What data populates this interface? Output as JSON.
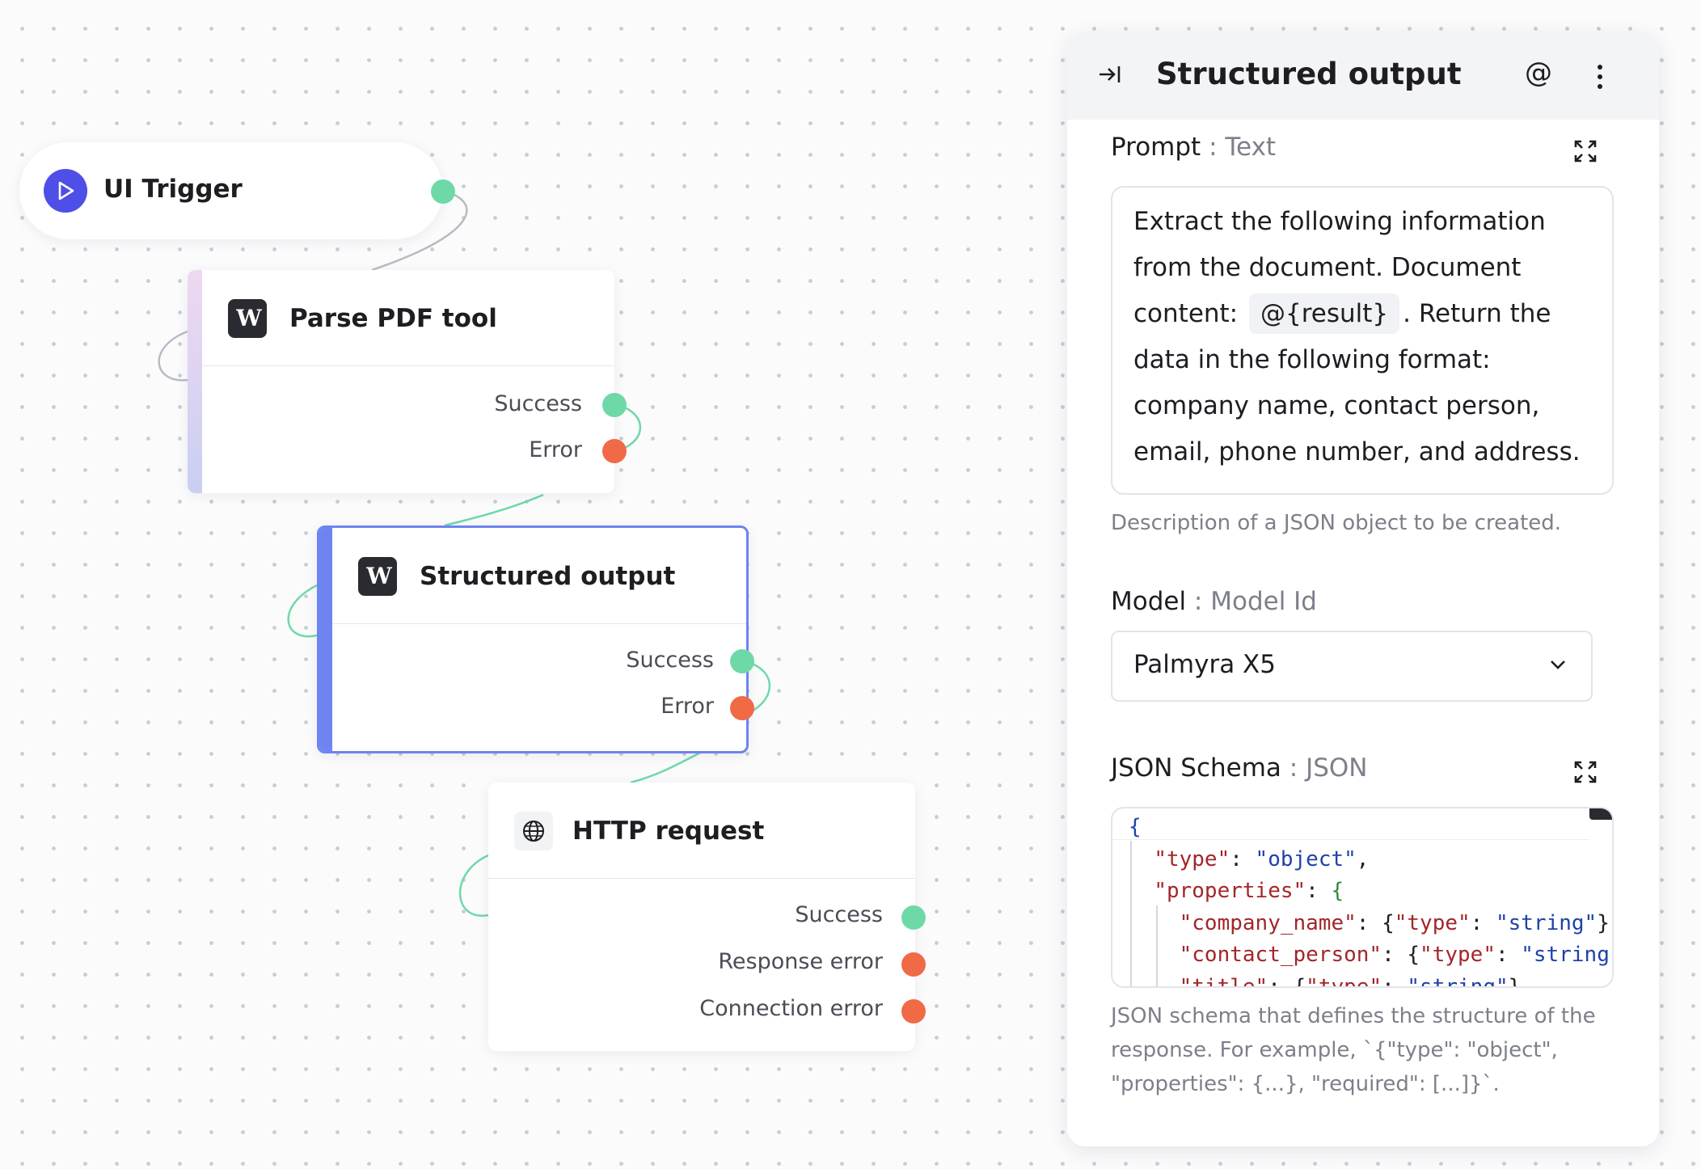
{
  "canvas": {
    "trigger": {
      "title": "UI Trigger",
      "icon": "play-icon"
    },
    "nodes": [
      {
        "id": "parse",
        "title": "Parse PDF tool",
        "icon": "writer-logo-icon",
        "ports": [
          "Success",
          "Error"
        ]
      },
      {
        "id": "structured",
        "title": "Structured output",
        "icon": "writer-logo-icon",
        "ports": [
          "Success",
          "Error"
        ],
        "selected": true
      },
      {
        "id": "http",
        "title": "HTTP request",
        "icon": "globe-icon",
        "ports": [
          "Success",
          "Response error",
          "Connection error"
        ]
      }
    ],
    "icon_glyph": "W",
    "colors": {
      "success": "#6ed9a7",
      "error": "#f06a46",
      "selected": "#6e84f0",
      "trigger": "#4e4ee8"
    }
  },
  "panel": {
    "title": "Structured output",
    "mention_symbol": "@",
    "prompt": {
      "label": "Prompt",
      "sep": " : ",
      "type": "Text",
      "text_before": "Extract the following information from the document. Document content:",
      "mention": "@{result}",
      "text_after": ". Return the data in the following format: company name, contact person, email, phone number, and address.",
      "hint": "Description of a JSON object to be created."
    },
    "model": {
      "label": "Model",
      "sep": " : ",
      "type": "Model Id",
      "value": "Palmyra X5"
    },
    "schema": {
      "label": "JSON Schema",
      "sep": " : ",
      "type": "JSON",
      "code_lines": [
        "{",
        "  \"type\": \"object\",",
        "  \"properties\": {",
        "    \"company_name\": {\"type\": \"string\"}",
        "    \"contact_person\": {\"type\": \"string\"",
        "    \"title\": {\"type\": \"string\"},"
      ],
      "hint": "JSON schema that defines the structure of the response. For example, `{\"type\": \"object\", \"properties\": {...}, \"required\": [...]}`."
    }
  }
}
